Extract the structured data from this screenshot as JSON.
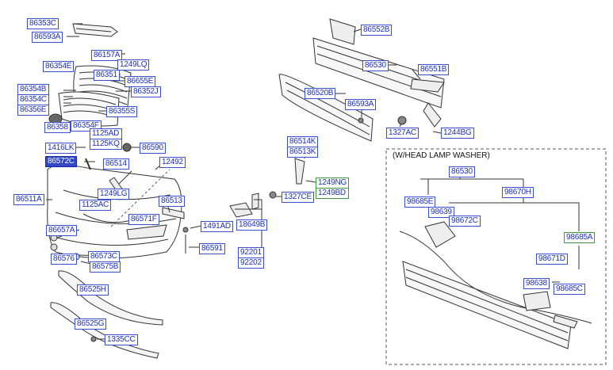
{
  "labels": {
    "p86353C": "86353C",
    "p86593A_top": "86593A",
    "p86157A": "86157A",
    "p1249LQ": "1249LQ",
    "p86354E": "86354E",
    "p86351": "86351",
    "p86655E": "86655E",
    "p86352J": "86352J",
    "p86354B": "86354B",
    "p86354C": "86354C",
    "p86356E": "86356E",
    "p86355S": "86355S",
    "p86358": "86358",
    "p86354F": "86354F",
    "p1125AD_top": "1125AD",
    "p1125KQ": "1125KQ",
    "p1416LK": "1416LK",
    "p86590": "86590",
    "p86572C": "86572C",
    "p86514": "86514",
    "p12492": "12492",
    "p1249LG": "1249LG",
    "p86513": "86513",
    "p86511A": "86511A",
    "p1125AC": "1125AC",
    "p86571F": "86571F",
    "p1491AD": "1491AD",
    "p86657A": "86657A",
    "p86591": "86591",
    "p86576": "86576",
    "p86573C": "86573C",
    "p86575B": "86575B",
    "p86525H": "86525H",
    "p86525G": "86525G",
    "p1335CC": "1335CC",
    "p86552B": "86552B",
    "p86530_top": "86530",
    "p86551B": "86551B",
    "p86520B": "86520B",
    "p86593A_mid": "86593A",
    "p1327AC": "1327AC",
    "p1244BG": "1244BG",
    "p86514K": "86514K",
    "p86513K": "86513K",
    "p1249NG": "1249NG",
    "p1249BD": "1249BD",
    "p1327CE": "1327CE",
    "p18649B": "18649B",
    "p92201": "92201",
    "p92202": "92202",
    "p86530_box": "86530",
    "p98685E": "98685E",
    "p98670H": "98670H",
    "p98639": "98639",
    "p98672C": "98672C",
    "p98685A": "98685A",
    "p98671D": "98671D",
    "p98638": "98638",
    "p98685C": "98685C"
  },
  "inset_title": "(W/HEAD LAMP WASHER)",
  "colors": {
    "label_text": "#1d2fb8",
    "label_border": "#3a4fd0",
    "label_selected_bg": "#3247c8",
    "inset_label_border": "#3c9a3c"
  }
}
